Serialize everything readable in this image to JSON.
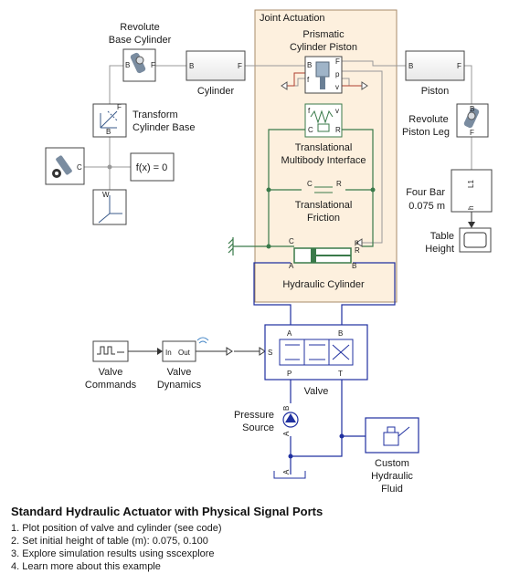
{
  "subsystem": {
    "title": "Joint Actuation"
  },
  "blocks": {
    "revolute_base": "Revolute Base Cylinder",
    "cylinder": "Cylinder",
    "prismatic": "Prismatic Cylinder Piston",
    "piston": "Piston",
    "revolute_leg": "Revolute Piston Leg",
    "transform": "Transform Cylinder Base",
    "interface": "Translational Multibody Interface",
    "fx_value": "f(x) = 0",
    "friction": "Translational Friction",
    "fourbar": "Four Bar",
    "fourbar_value": "0.075 m",
    "table_height": "Table Height",
    "hydraulic_cylinder": "Hydraulic Cylinder",
    "valve_commands": "Valve Commands",
    "valve_dynamics": "Valve Dynamics",
    "valve": "Valve",
    "pressure_source": "Pressure Source",
    "custom_fluid": "Custom Hydraulic Fluid"
  },
  "ports": {
    "B": "B",
    "F": "F",
    "C": "C",
    "R": "R",
    "A": "A",
    "P": "P",
    "T": "T",
    "S": "S",
    "f": "f",
    "v": "v",
    "p": "p",
    "L1": "L1",
    "h": "h",
    "W": "W",
    "in": "In",
    "out": "Out"
  },
  "colors": {
    "subsystem_fill": "#fdf0de",
    "subsystem_border": "#a88b6a",
    "hydraulic": "#2030a0",
    "mechanical": "#3a7a4a",
    "multibody": "#999999",
    "signal": "#b04030",
    "block_border": "#2c2c7a"
  },
  "caption": {
    "title": "Standard Hydraulic Actuator with Physical Signal Ports",
    "steps": [
      "1. Plot position of valve and cylinder (see code)",
      "2. Set initial height of table (m): 0.075, 0.100",
      "3. Explore simulation results using sscexplore",
      "4. Learn more about this example"
    ]
  }
}
